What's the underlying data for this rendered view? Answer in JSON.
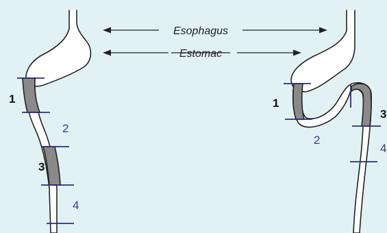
{
  "annotations": {
    "esophagus": "Esophagus",
    "estomac": "Estomac"
  },
  "left_figure": {
    "labels": {
      "seg1": "1",
      "seg2": "2",
      "seg3": "3",
      "seg4": "4"
    }
  },
  "right_figure": {
    "labels": {
      "seg1": "1",
      "seg2": "2",
      "seg3": "3",
      "seg4": "4"
    }
  },
  "colors": {
    "background": "#e2f2f4",
    "segment_fill": "#8a8a8a",
    "boundary_lines": "#2c2c7a",
    "blue_labels": "#3a3a8c"
  }
}
